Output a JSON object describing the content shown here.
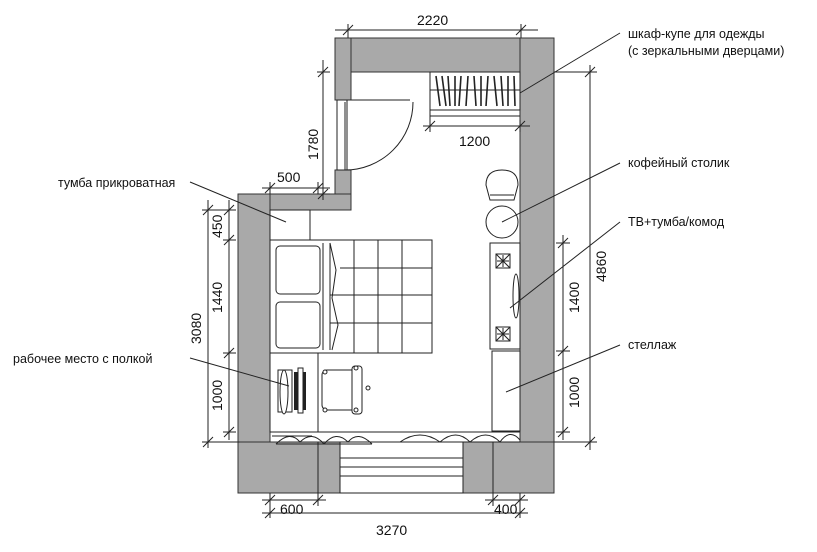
{
  "dimensions": {
    "top_width": "2220",
    "wardrobe_depth": "1780",
    "wardrobe_width": "1200",
    "nightstand_width": "500",
    "nightstand_depth": "450",
    "bed_length": "1440",
    "left_total": "3080",
    "desk_length": "1000",
    "overall_height": "4860",
    "tv_unit_length": "1400",
    "shelf_length": "1000",
    "bottom_left": "600",
    "bottom_right": "400",
    "overall_width": "3270"
  },
  "labels": {
    "wardrobe_line1": "шкаф-купе для одежды",
    "wardrobe_line2": "(с зеркальными дверцами)",
    "coffee_table": "кофейный столик",
    "tv_unit": "ТВ+тумба/комод",
    "shelving": "стеллаж",
    "nightstand": "тумба прикроватная",
    "workplace": "рабочее место с полкой"
  },
  "colors": {
    "wall": "#a9a9a9",
    "line": "#222222",
    "background": "#ffffff"
  }
}
